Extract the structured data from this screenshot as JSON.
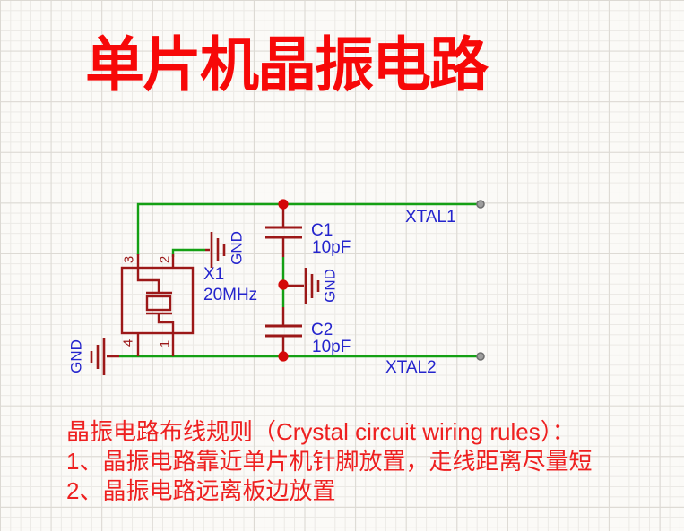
{
  "title": "单片机晶振电路",
  "colors": {
    "canvas-bg": "#fbfaf7",
    "grid-minor": "#ebe9e5",
    "grid-major": "#dcd9d3",
    "title-red": "#f70808",
    "body-red": "#ee2020",
    "wire-green": "#14a014",
    "comp-red": "#9c1818",
    "dot-red": "#d40808",
    "label-blue": "#2424cd",
    "pin-gray": "#9e9e9e",
    "pin-ring": "#6f6f6f"
  },
  "schematic": {
    "net_labels": {
      "xtal1": "XTAL1",
      "xtal2": "XTAL2"
    },
    "crystal": {
      "designator": "X1",
      "value": "20MHz",
      "pins": {
        "p1": "1",
        "p2": "2",
        "p3": "3",
        "p4": "4"
      }
    },
    "c1": {
      "designator": "C1",
      "value": "10pF"
    },
    "c2": {
      "designator": "C2",
      "value": "10pF"
    },
    "grounds": {
      "top": "GND",
      "mid": "GND",
      "left": "GND"
    }
  },
  "rules": {
    "heading": "晶振电路布线规则（Crystal circuit wiring rules）：",
    "item1": "1、晶振电路靠近单片机针脚放置，走线距离尽量短",
    "item2": "2、晶振电路远离板边放置"
  }
}
